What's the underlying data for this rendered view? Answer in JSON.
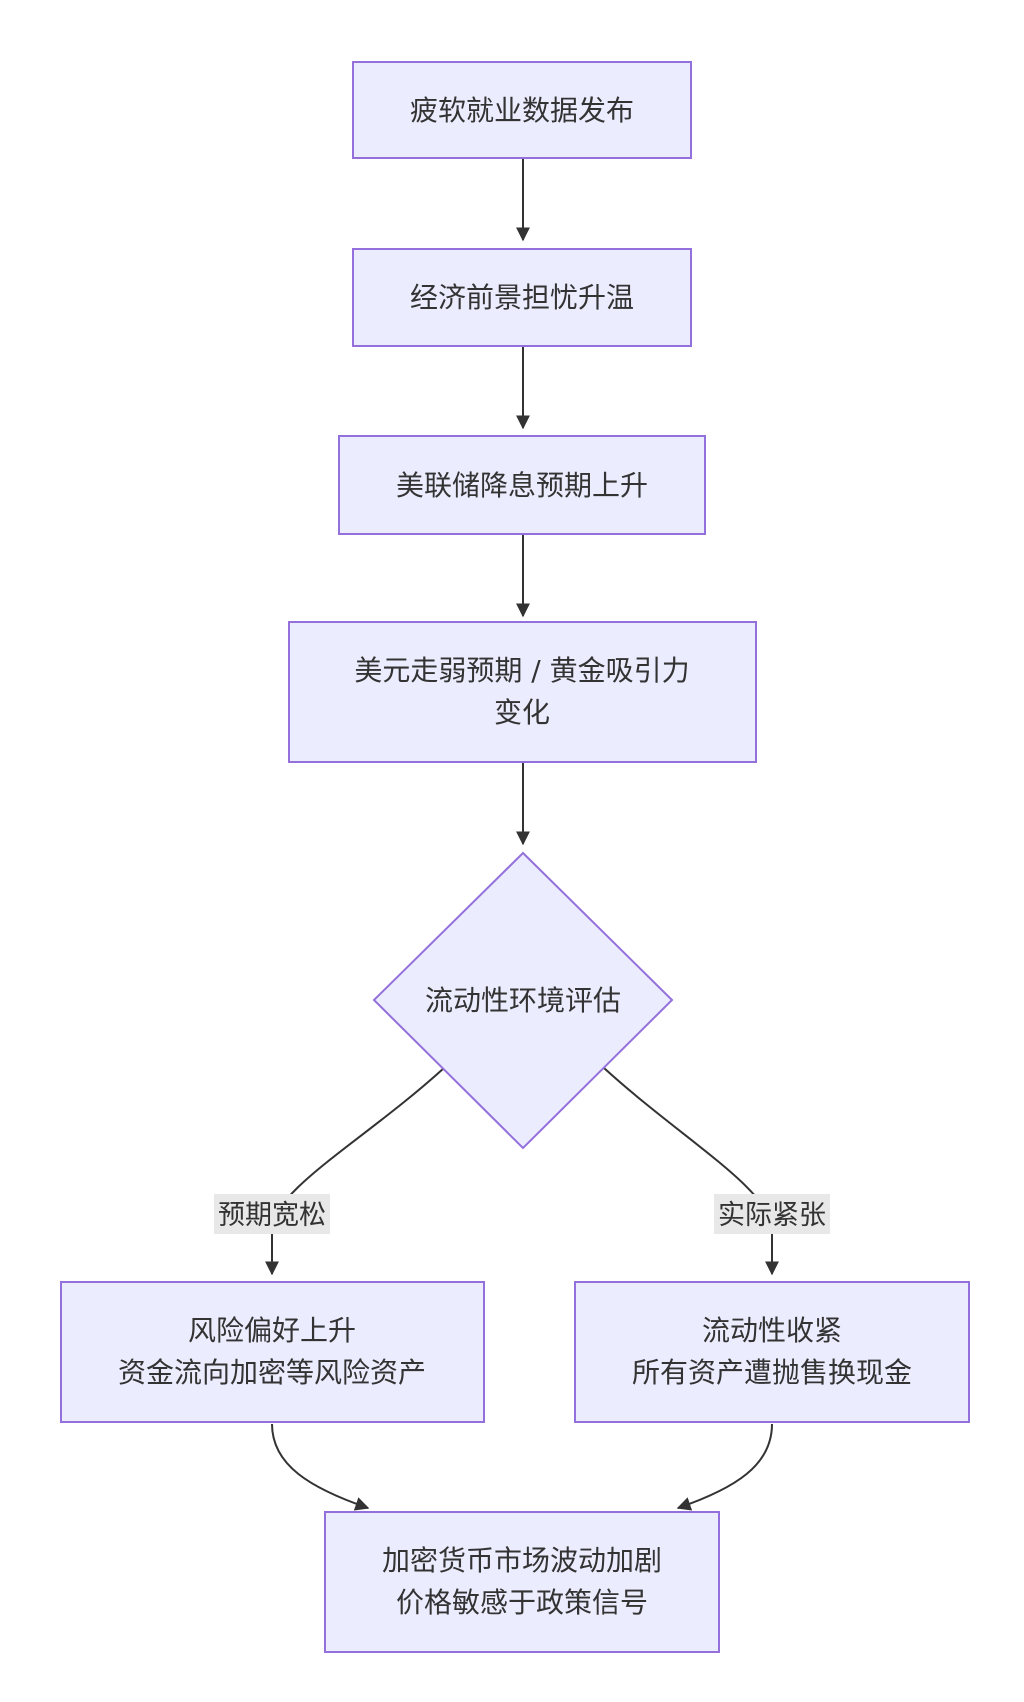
{
  "nodes": {
    "weak_jobs": "疲软就业数据发布",
    "econ_worry": "经济前景担忧升温",
    "fed_cut": "美联储降息预期上升",
    "usd_gold_line1": "美元走弱预期 / 黄金吸引力",
    "usd_gold_line2": "变化",
    "liquidity_eval": "流动性环境评估",
    "risk_on_line1": "风险偏好上升",
    "risk_on_line2": "资金流向加密等风险资产",
    "tightening_line1": "流动性收紧",
    "tightening_line2": "所有资产遭抛售换现金",
    "crypto_vol_line1": "加密货币市场波动加剧",
    "crypto_vol_line2": "价格敏感于政策信号"
  },
  "edge_labels": {
    "expected_easing": "预期宽松",
    "actual_tightening": "实际紧张"
  },
  "colors": {
    "node_fill": "#ECECFF",
    "node_stroke": "#9370DB",
    "edge": "#333333",
    "label_bg": "#e8e8e8"
  }
}
